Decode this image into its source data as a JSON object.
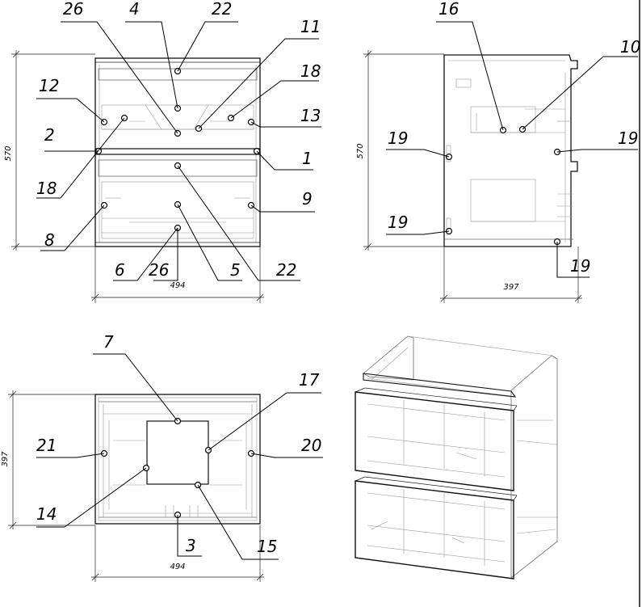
{
  "views": {
    "front": {
      "labels": [
        "26",
        "4",
        "22",
        "11",
        "18",
        "12",
        "13",
        "2",
        "1",
        "18",
        "9",
        "8",
        "6",
        "26",
        "5",
        "22"
      ],
      "width_dim": "494",
      "height_dim": "570"
    },
    "side": {
      "labels": [
        "16",
        "10",
        "19",
        "19",
        "19",
        "19"
      ],
      "depth_dim": "397",
      "height_dim": "570"
    },
    "top": {
      "labels": [
        "7",
        "17",
        "21",
        "20",
        "14",
        "3",
        "15"
      ],
      "width_dim": "494",
      "depth_dim": "397"
    }
  }
}
